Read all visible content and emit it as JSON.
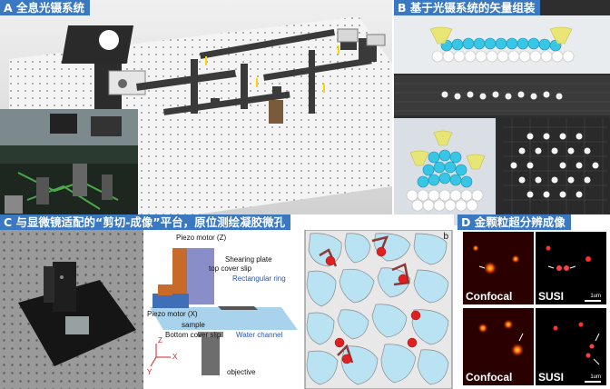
{
  "panels": {
    "a": {
      "title": "A 全息光镊系统",
      "color": "#3a78c2"
    },
    "b": {
      "title": "B 基于光镊系统的矢量组装",
      "color": "#3a78c2"
    },
    "c": {
      "title": "C 与显微镜适配的“剪切-成像”平台，原位测绘凝胶微孔",
      "color": "#3a78c2"
    },
    "d": {
      "title": "D 金颗粒超分辨成像",
      "color": "#3a78c2"
    }
  },
  "diagram": {
    "piezo_z": "Piezo motor (Z)",
    "shearing_plate": "Shearing plate",
    "top_cover_slip": "top cover slip",
    "rect_ring": "Rectangular ring",
    "piezo_x": "Piezo motor (X)",
    "sample": "sample",
    "bottom_cover_slip": "Bottom cover slip",
    "water_channel": "Water channel",
    "objective": "objective",
    "axis_z": "Z",
    "axis_x": "X",
    "axis_y": "Y"
  },
  "gel_label": "b",
  "micro": {
    "tl": "Confocal",
    "tr": "SUSI",
    "bl": "Confocal",
    "br": "SUSI",
    "scale": "1um"
  }
}
